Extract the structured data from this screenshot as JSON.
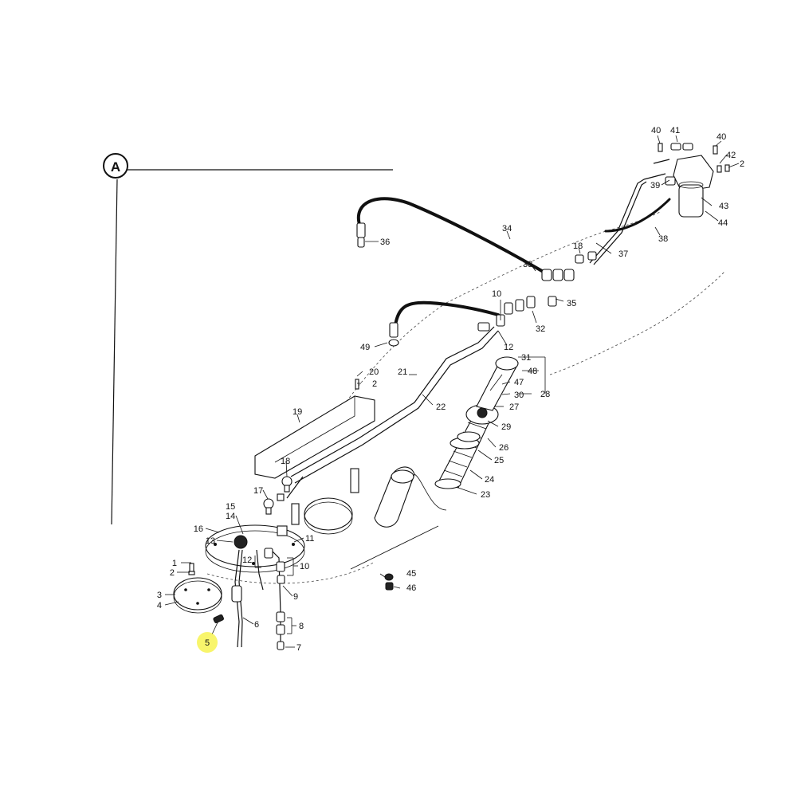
{
  "section_marker": "A",
  "highlighted_callout": "5",
  "highlight_color": "#f6f23a",
  "callouts": {
    "c1": "1",
    "c2": "2",
    "c3": "3",
    "c4": "4",
    "c5": "5",
    "c6": "6",
    "c7": "7",
    "c8": "8",
    "c9": "9",
    "c10": "10",
    "c11": "11",
    "c12": "12",
    "c13": "13",
    "c14": "14",
    "c15": "15",
    "c16": "16",
    "c17": "17",
    "c18": "18",
    "c19": "19",
    "c20": "20",
    "c21": "21",
    "c22": "22",
    "c23": "23",
    "c24": "24",
    "c25": "25",
    "c26": "26",
    "c27": "27",
    "c28": "28",
    "c29": "29",
    "c30": "30",
    "c31": "31",
    "c32": "32",
    "c33": "33",
    "c34": "34",
    "c35": "35",
    "c36": "36",
    "c37": "37",
    "c38": "38",
    "c39": "39",
    "c40": "40",
    "c41": "41",
    "c42": "42",
    "c43": "43",
    "c44": "44",
    "c45": "45",
    "c46": "46",
    "c47": "47",
    "c48": "48",
    "c49": "49"
  }
}
